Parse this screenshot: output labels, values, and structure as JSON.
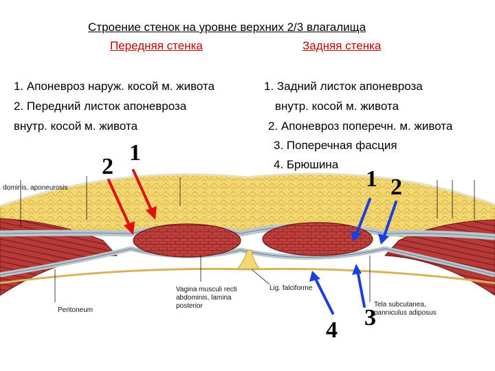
{
  "title": "Строение стенок на уровне верхних 2/3 влагалища",
  "subtitle_left": "Передняя стенка",
  "subtitle_right": "Задняя стенка",
  "left_list": [
    "1. Апоневроз наруж. косой м. живота",
    "2. Передний листок апоневроза",
    "внутр. косой м. живота"
  ],
  "right_list": [
    "1. Задний листок апоневроза",
    "внутр. косой м. живота",
    "2. Апоневроз поперечн. м. живота",
    "3. Поперечная фасция",
    "4. Брюшина"
  ],
  "figure_labels": {
    "aponeurosis": "dominis, aponeurosis",
    "peritoneum": "Peritoneum",
    "vagina_1": "Vagina musculi recti",
    "vagina_2": "abdominis, lamina",
    "vagina_3": "posterior",
    "lig": "Lig. falciforme",
    "tela_1": "Tela subcutanea,",
    "tela_2": "panniculus adiposus"
  },
  "markers": {
    "left_1": "1",
    "left_2": "2",
    "right_1": "1",
    "right_2": "2",
    "bottom_3": "3",
    "bottom_4": "4"
  },
  "colors": {
    "fat": "#f0d36a",
    "fat_dark": "#d9a93a",
    "muscle": "#b83a38",
    "muscle_dark": "#7a1c1c",
    "fascia": "#b9c6ce",
    "arrow_red": "#e01010",
    "arrow_blue": "#1a3fe0",
    "subtitle_red": "#c00000"
  }
}
